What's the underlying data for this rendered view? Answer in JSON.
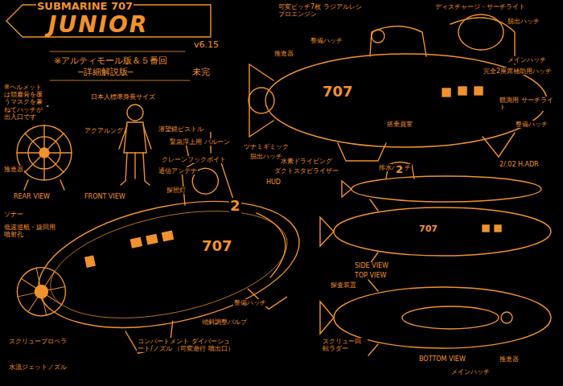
{
  "diagram": {
    "title": "JUNIOR",
    "labels": [
      "SUBMARINE 707",
      "v6.15",
      "※アルティモール版＆５番回",
      "─詳細解説版─",
      "未完",
      "※ヘルメットは頭蓋骨を覆うマスクを兼ねてハッチが出入口です",
      "日本人標準身長サイズ",
      "アクアルング",
      "推進器",
      "REAR VIEW",
      "FRONT VIEW",
      "ソナー",
      "低速巡航・旋回用 噴射孔",
      "潜望鏡ピストル",
      "緊急浮上用 バルーン",
      "クレーンフックボイト",
      "通信アンテナ",
      "脱出ハッチ",
      "探照灯",
      "HUD",
      "2",
      "707",
      "整備ハッチ",
      "傾斜調整バルブ",
      "コンパートメント ダイバーシュート/ノズル （可変遊行 噴出口）",
      "スクリュープロペラ",
      "水流ジェットノズル",
      "可変ピッチ7枚 ラジアルレシプロエンジン",
      "ディスチャージ・サーチライト",
      "整備ハッチ",
      "推進器",
      "脱出ハッチ",
      "メインハッチ",
      "完全2座席補助用ハッチ",
      "観測用 サーチライト",
      "整備ハッチ",
      "搭乗員室",
      "ツナミギミック",
      "排水ハッチ",
      "水素ドライビング",
      "ダクトスタビライザー",
      "2/.02 H.ADR",
      "707",
      "2",
      "707",
      "SIDE VIEW",
      "TOP VIEW",
      "BOTTOM VIEW",
      "探査装置",
      "スクリュー回転ラダー",
      "メインハッチ",
      "推進器"
    ]
  }
}
